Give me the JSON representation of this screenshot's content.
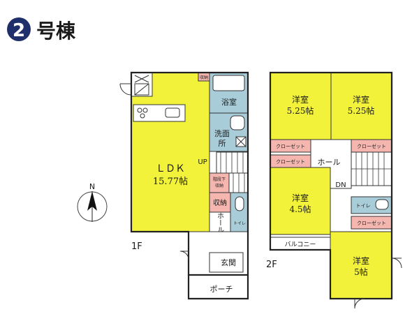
{
  "header": {
    "badge_number": "2",
    "title": "号棟"
  },
  "colors": {
    "room_yellow": "#f2f23a",
    "wet_blue": "#a8ccd8",
    "storage_pink": "#f4b6ae",
    "badge_navy": "#1f2f6b"
  },
  "compass": {
    "label": "N"
  },
  "floor1": {
    "floor_label": "1F",
    "ldk_name": "ＬＤＫ",
    "ldk_size": "15.77帖",
    "up_label": "UP",
    "bath": "浴室",
    "washroom_line1": "洗面",
    "washroom_line2": "所",
    "small_storage": "収納",
    "stair_storage_line1": "階段下",
    "stair_storage_line2": "収納",
    "storage": "収納",
    "hall": "ホール",
    "toilet": "トイレ",
    "entrance": "玄関",
    "porch": "ポーチ"
  },
  "floor2": {
    "floor_label": "2F",
    "room1_name": "洋室",
    "room1_size": "5.25帖",
    "room2_name": "洋室",
    "room2_size": "5.25帖",
    "room3_name": "洋室",
    "room3_size": "4.5帖",
    "room4_name": "洋室",
    "room4_size": "5帖",
    "closet_1": "クローゼット",
    "closet_2": "クローゼット",
    "closet_3": "クローゼット",
    "closet_4": "クローゼット",
    "hall": "ホール",
    "dn_label": "DN",
    "toilet": "トイレ",
    "balcony": "バルコニー"
  }
}
